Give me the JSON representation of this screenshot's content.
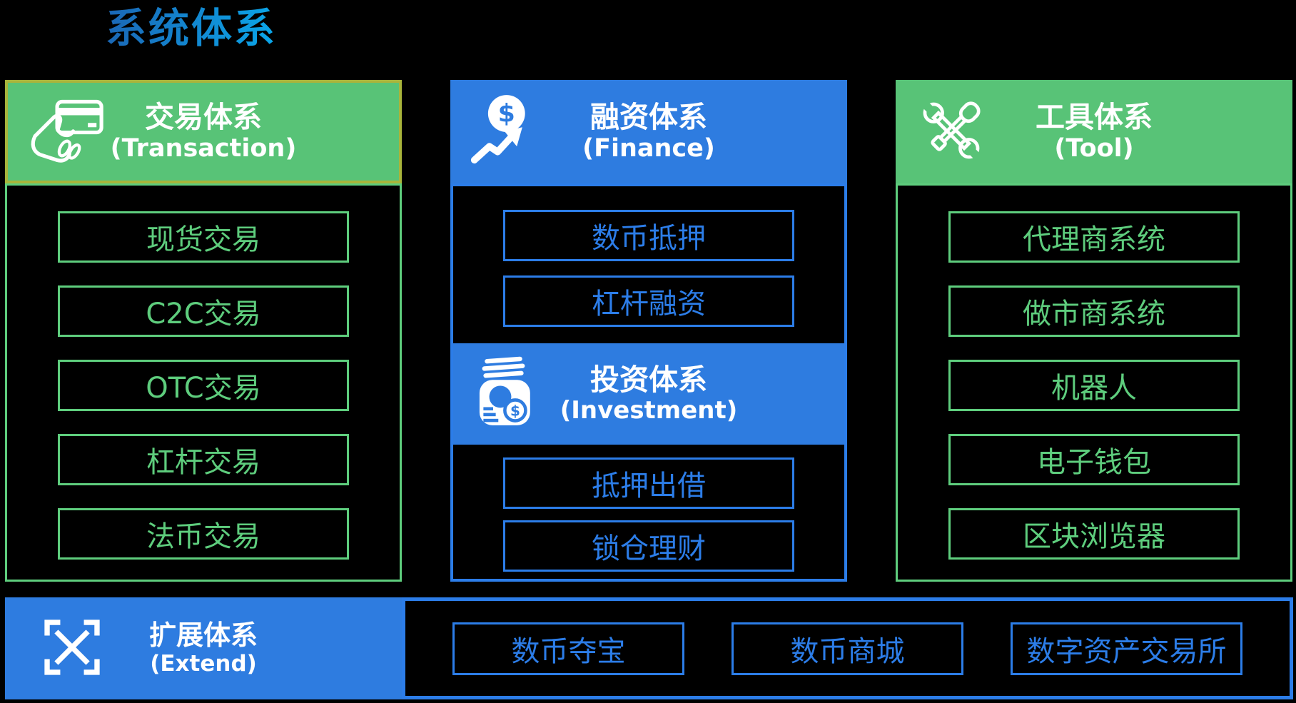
{
  "title": "系统体系",
  "colors": {
    "background": "#000000",
    "green_fill": "#58C377",
    "green_line": "#5ECD7D",
    "olive_border": "#A8B43B",
    "blue_fill": "#2E7CE0",
    "blue_line": "#2C7DE8",
    "title_gradient_start": "#1B66B5",
    "title_gradient_end": "#0AA7EA",
    "header_text": "#FFFFFF"
  },
  "icons": {
    "dollar_sign": "$"
  },
  "transaction": {
    "header_zh": "交易体系",
    "header_en": "(Transaction)",
    "items": [
      "现货交易",
      "C2C交易",
      "OTC交易",
      "杠杆交易",
      "法币交易"
    ]
  },
  "finance": {
    "header_zh": "融资体系",
    "header_en": "(Finance)",
    "items": [
      "数币抵押",
      "杠杆融资"
    ]
  },
  "investment": {
    "header_zh": "投资体系",
    "header_en": "(Investment)",
    "items": [
      "抵押出借",
      "锁仓理财"
    ]
  },
  "tool": {
    "header_zh": "工具体系",
    "header_en": "(Tool)",
    "items": [
      "代理商系统",
      "做市商系统",
      "机器人",
      "电子钱包",
      "区块浏览器"
    ]
  },
  "extend": {
    "header_zh": "扩展体系",
    "header_en": "(Extend)",
    "items": [
      "数币夺宝",
      "数币商城",
      "数字资产交易所"
    ]
  }
}
